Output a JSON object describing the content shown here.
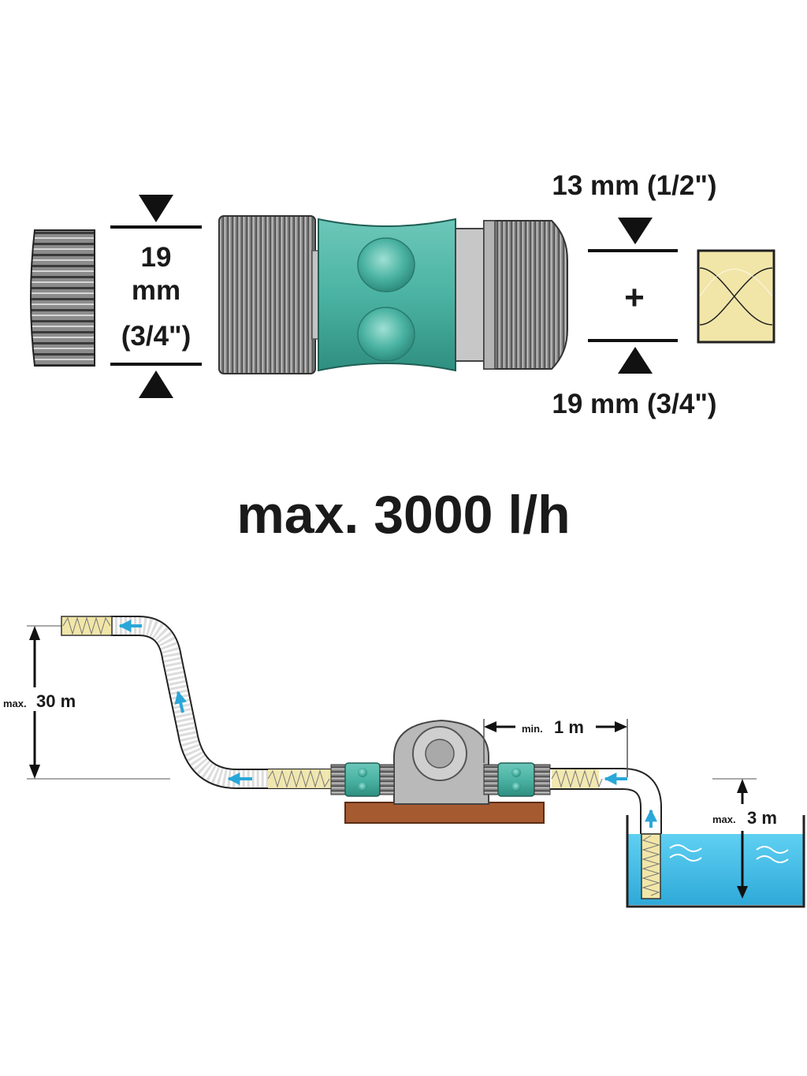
{
  "connector": {
    "left_dimension": {
      "line1": "19",
      "line2": "mm",
      "line3": "(3/4\")"
    },
    "right_top_label": "13 mm (1/2\")",
    "right_plus": "+",
    "right_bottom_label": "19 mm (3/4\")",
    "colors": {
      "coupling": "#4bb3a3",
      "coupling_dark": "#2f8f80",
      "grip": "#9a9a9a",
      "hose": "#f1e6a8"
    }
  },
  "flow_rate": "max. 3000 l/h",
  "installation": {
    "height_prefix": "max.",
    "height_value": "30 m",
    "distance_prefix": "min.",
    "distance_value": "1 m",
    "suction_prefix": "max.",
    "suction_value": "3 m",
    "colors": {
      "flow_arrow": "#2aa7d8",
      "water": "#4cc3ec",
      "base": "#a65a30",
      "pump": "#b5b5b5"
    }
  }
}
